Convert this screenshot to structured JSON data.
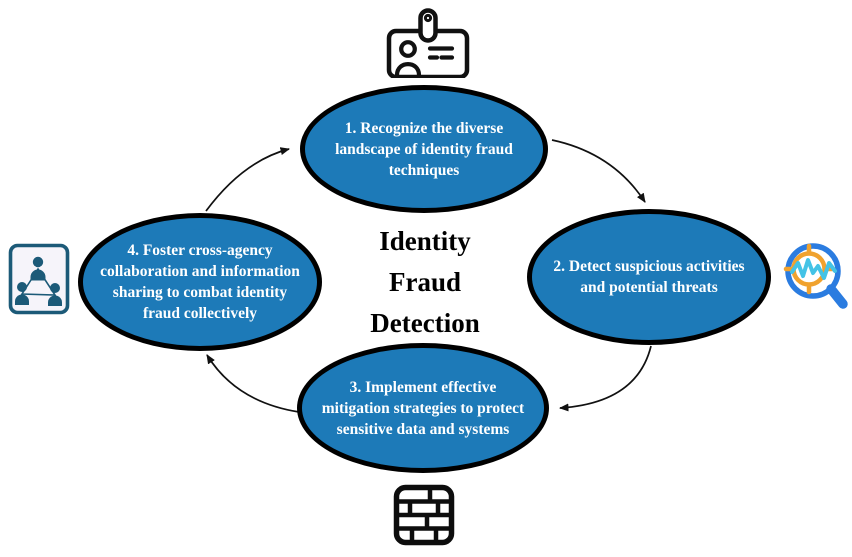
{
  "title": {
    "lines": [
      "Identity",
      "Fraud",
      "Detection"
    ]
  },
  "nodes": [
    {
      "id": "1",
      "label": "1. Recognize the diverse\nlandscape of identity fraud\ntechniques"
    },
    {
      "id": "2",
      "label": "2. Detect suspicious activities\nand potential threats"
    },
    {
      "id": "3",
      "label": "3. Implement effective\nmitigation strategies to protect\nsensitive data and systems"
    },
    {
      "id": "4",
      "label": "4. Foster cross-agency\ncollaboration and information\nsharing to combat identity\nfraud collectively"
    }
  ],
  "icons": {
    "top": "id-badge-icon",
    "right": "analysis-magnifier-icon",
    "left": "collaboration-network-icon",
    "bottom": "firewall-brick-icon"
  },
  "colors": {
    "node_fill": "#1d7ab8",
    "node_border": "#000000",
    "node_text": "#ffffff",
    "title_text": "#000000",
    "arrow": "#111111",
    "magnifier_blue": "#2b7ce0",
    "magnifier_orange": "#f0a22e",
    "magnifier_wave": "#44c3e6",
    "network_icon": "#1c5a78",
    "brick_icon": "#0d0d0d"
  }
}
